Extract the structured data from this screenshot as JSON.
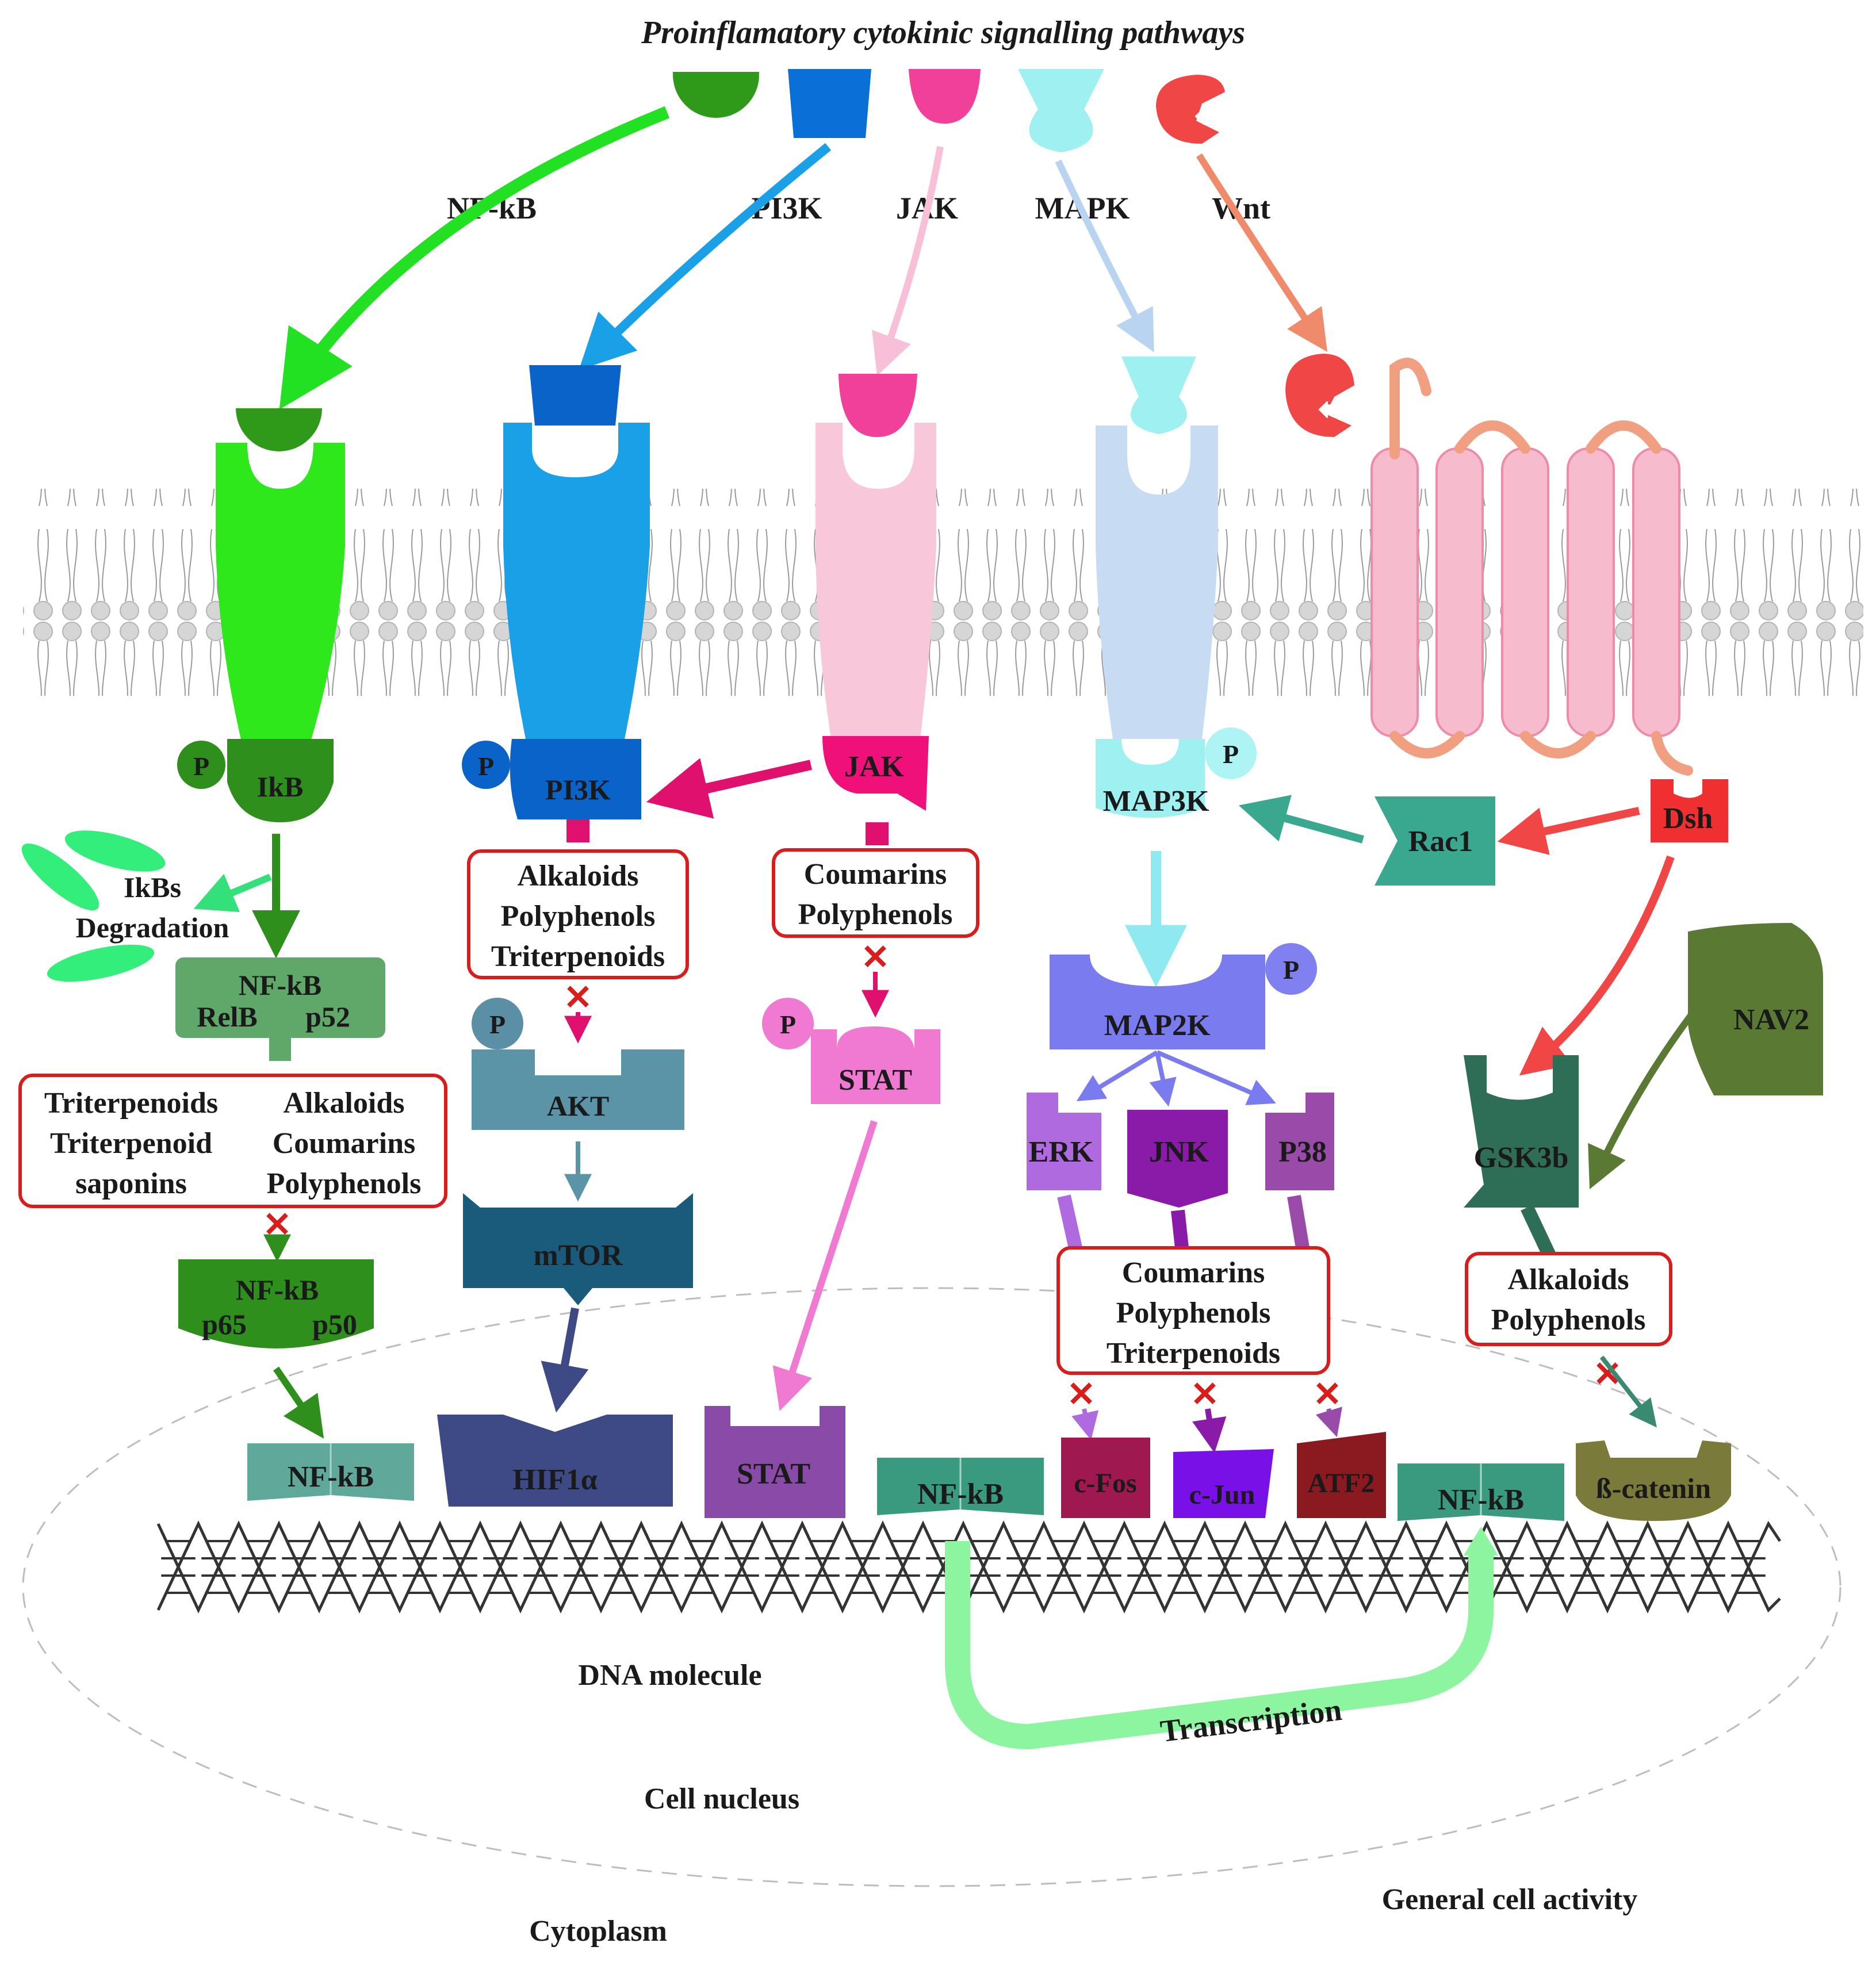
{
  "title": "Proinflamatory cytokinic signalling pathways",
  "pathways": {
    "nfkb": "NF-kB",
    "pi3k": "PI3K",
    "jak": "JAK",
    "mapk": "MAPK",
    "wnt": "Wnt"
  },
  "nfkb_branch": {
    "p_label": "P",
    "ikb": "IkB",
    "ikbs": "IkBs",
    "degradation": "Degradation",
    "complex_top": "NF-kB",
    "relb": "RelB",
    "p52": "p52",
    "inhibitors_left": [
      "Triterpenoids",
      "Triterpenoid",
      "saponins"
    ],
    "inhibitors_right": [
      "Alkaloids",
      "Coumarins",
      "Polyphenols"
    ],
    "active_top": "NF-kB",
    "p65": "p65",
    "p50": "p50",
    "nuclear": "NF-kB"
  },
  "pi3k_branch": {
    "p_label": "P",
    "pi3k": "PI3K",
    "inhibitors": [
      "Alkaloids",
      "Polyphenols",
      "Triterpenoids"
    ],
    "akt_p": "P",
    "akt": "AKT",
    "mtor": "mTOR",
    "hif": "HIF1α"
  },
  "jak_branch": {
    "jak": "JAK",
    "inhibitors": [
      "Coumarins",
      "Polyphenols"
    ],
    "stat_p": "P",
    "stat": "STAT",
    "nuclear": "STAT"
  },
  "mapk_branch": {
    "map3k_p": "P",
    "map3k": "MAP3K",
    "map2k_p": "P",
    "map2k": "MAP2K",
    "erk": "ERK",
    "jnk": "JNK",
    "p38": "P38",
    "inhibitors": [
      "Coumarins",
      "Polyphenols",
      "Triterpenoids"
    ],
    "nfkb": "NF-kB",
    "cfos": "c-Fos",
    "cjun": "c-Jun",
    "atf2": "ATF2"
  },
  "wnt_branch": {
    "rac1": "Rac1",
    "dsh": "Dsh",
    "nav2": "NAV2",
    "gsk3b": "GSK3b",
    "inhibitors": [
      "Alkaloids",
      "Polyphenols"
    ],
    "nfkb": "NF-kB",
    "bcatenin": "ß-catenin"
  },
  "labels": {
    "dna": "DNA molecule",
    "transcription": "Transcription",
    "nucleus": "Cell nucleus",
    "general": "General cell activity",
    "cytoplasm": "Cytoplasm"
  },
  "colors": {
    "membrane_head": "#d4d4d4",
    "nfkb_green": "#22e022",
    "nfkb_dark": "#2f8f1c",
    "pi3k_blue": "#1aa0e6",
    "pi3k_dark": "#0a63c9",
    "jak_pink": "#f9c6d8",
    "jak_magenta": "#f0107a",
    "mapk_light": "#c7dcf3",
    "mapk_cyan": "#9ff2f0",
    "wnt_red": "#f04646",
    "wnt_pink": "#f6b8cc",
    "inhibitor_red": "#d91c1c"
  }
}
